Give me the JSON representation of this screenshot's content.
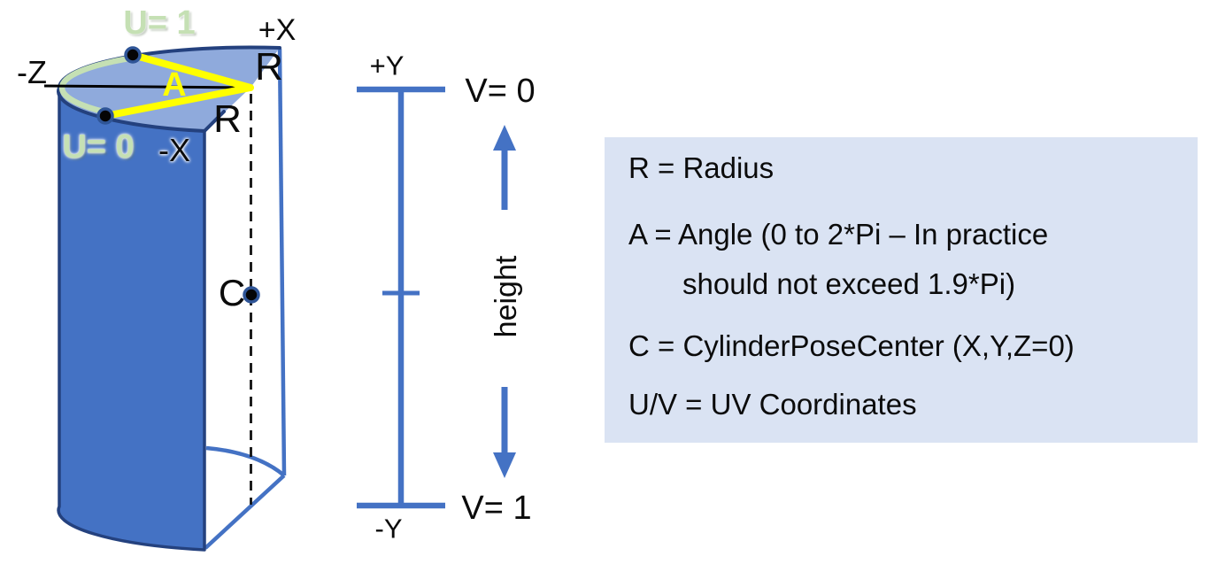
{
  "colors": {
    "body_blue": "#4472c4",
    "top_face_blue": "#8faadc",
    "outline_navy": "#24417e",
    "edge_blue": "#4472c4",
    "accent_yellow": "#ffff00",
    "uv_green": "#c5e0b4",
    "legend_bg": "#dae3f3",
    "dot_ring_blue": "#2f5597"
  },
  "cylinder": {
    "u1_label": "U= 1",
    "u0_label": "U= 0",
    "plus_x_label": "+X",
    "minus_x_label": "-X",
    "minus_z_label": "-Z",
    "radius_label_top": "R",
    "radius_label_front": "R",
    "angle_label": "A",
    "center_label": "C"
  },
  "axis": {
    "plus_y_label": "+Y",
    "minus_y_label": "-Y",
    "v0_label": "V= 0",
    "v1_label": "V= 1",
    "height_label": "height"
  },
  "legend": {
    "lines": [
      "R = Radius",
      "A = Angle (0 to 2*Pi – In practice",
      "should not exceed 1.9*Pi)",
      "C = CylinderPoseCenter (X,Y,Z=0)",
      "U/V = UV Coordinates"
    ]
  }
}
